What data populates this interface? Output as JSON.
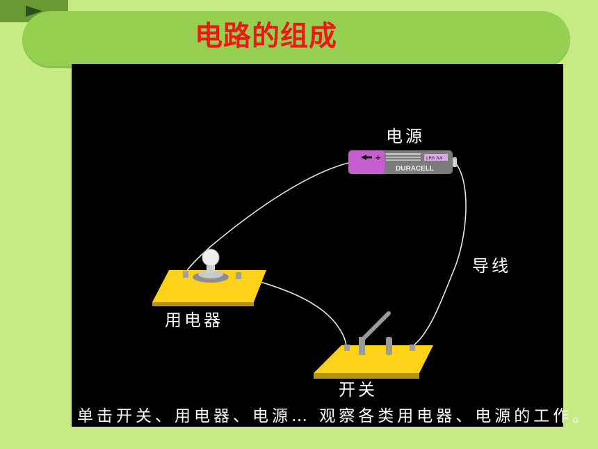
{
  "nav": {
    "play_icon": "play-icon"
  },
  "title": "电路的组成",
  "labels": {
    "power": "电源",
    "wire": "导线",
    "appliance": "用电器",
    "switch": "开关"
  },
  "battery": {
    "brand": "DURACELL",
    "size_badge": "LR6 AA"
  },
  "caption": "单击开关、用电器、电源… 观察各类用电器、电源的工作。",
  "colors": {
    "background": "#c6ea84",
    "title_bar": "#94cf4f",
    "title_text": "#ef1717",
    "board": "#ffd21a"
  }
}
